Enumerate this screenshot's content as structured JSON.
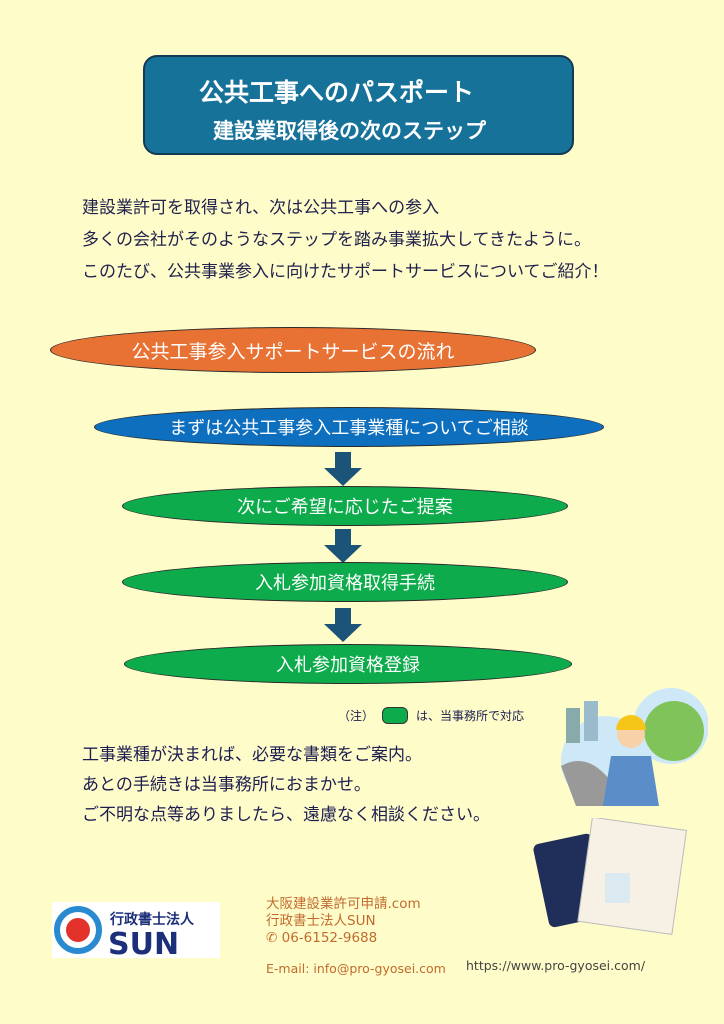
{
  "title": {
    "line1": "公共工事へのパスポート",
    "line2": "建設業取得後の次のステップ"
  },
  "intro": [
    "建設業許可を取得され、次は公共工事への参入",
    "多くの会社がそのようなステップを踏み事業拡大してきたように。",
    "このたび、公共事業参入に向けたサポートサービスについてご紹介！"
  ],
  "flow": {
    "heading": "公共工事参入サポートサービスの流れ",
    "steps": [
      "まずは公共工事参入工事業種についてご相談",
      "次にご希望に応じたご提案",
      "入札参加資格取得手続",
      "入札参加資格登録"
    ]
  },
  "note": {
    "prefix": "（注）",
    "text": "は、当事務所で対応"
  },
  "outro": [
    "工事業種が決まれば、必要な書類をご案内。",
    "あとの手続きは当事務所におまかせ。",
    "ご不明な点等ありましたら、遠慮なく相談ください。"
  ],
  "logo": {
    "top": "行政書士法人",
    "name": "SUN"
  },
  "contact": {
    "site": "大阪建設業許可申請.com",
    "firm": "行政書士法人SUN",
    "phone": "✆ 06-6152-9688",
    "email": "E-mail: info@pro-gyosei.com",
    "url": "https://www.pro-gyosei.com/"
  },
  "colors": {
    "background": "#fefdca",
    "title": "#17729a",
    "orange": "#e77234",
    "blue": "#0e6fbf",
    "green": "#0eab4c",
    "arrow": "#1b5478"
  }
}
